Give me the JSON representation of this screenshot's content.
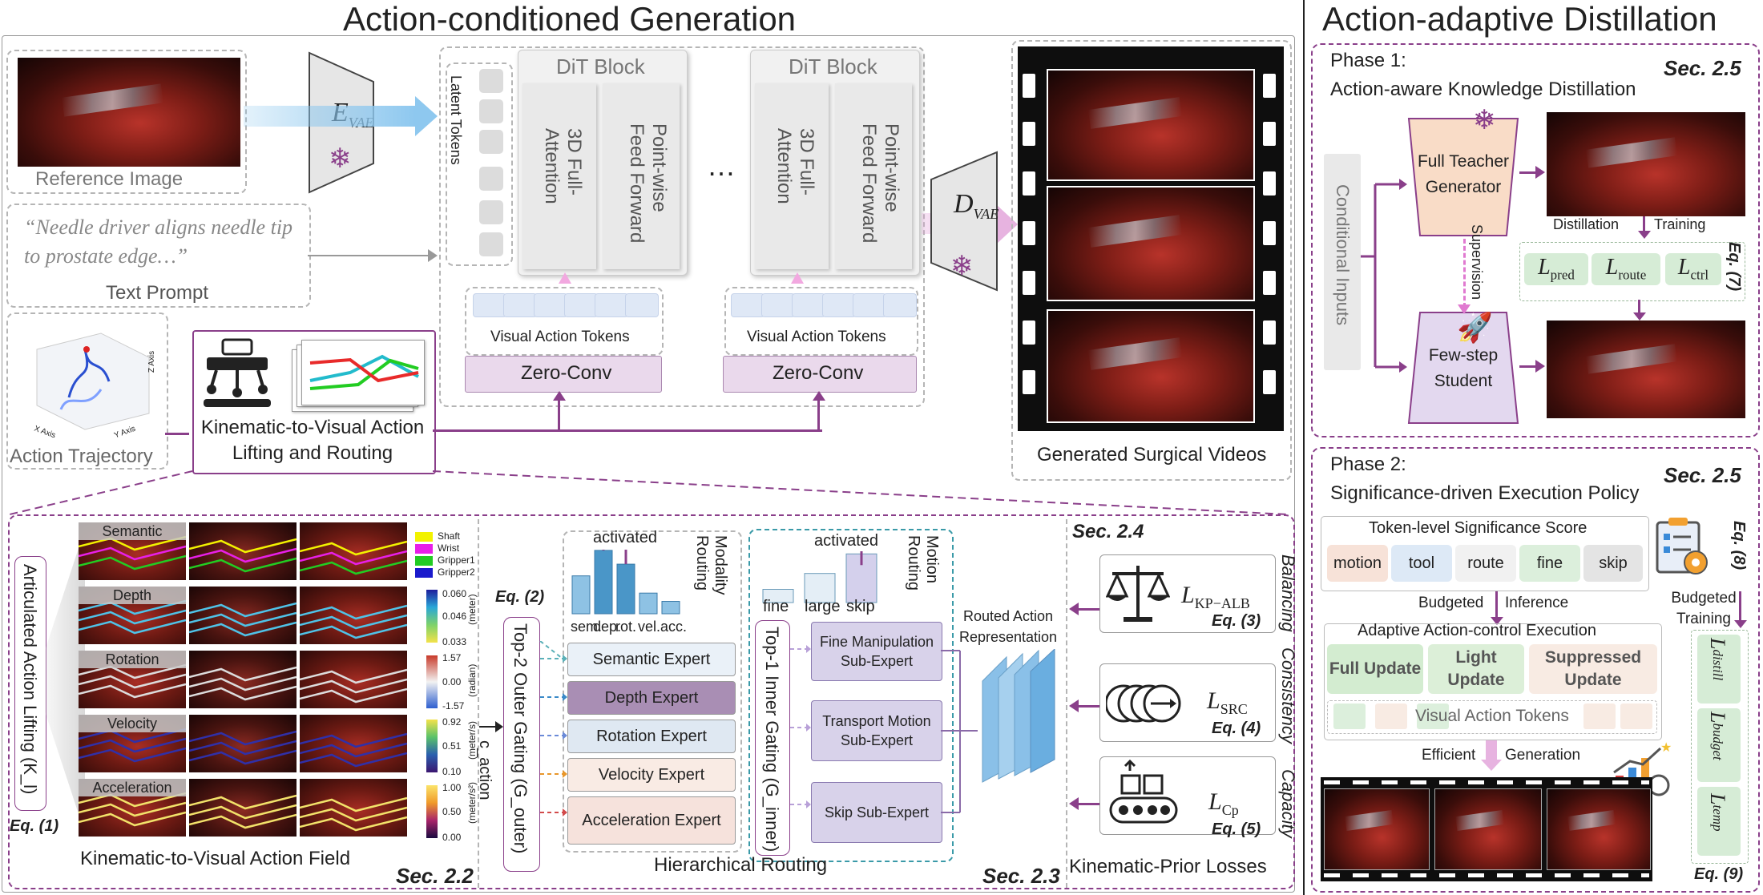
{
  "titles": {
    "left": "Action-conditioned Generation",
    "right": "Action-adaptive Distillation"
  },
  "inputs": {
    "reference_image": "Reference Image",
    "text_prompt_quote": "“Needle driver aligns needle tip to prostate edge…”",
    "text_prompt": "Text Prompt",
    "action_trajectory": "Action Trajectory",
    "axis_x": "X Axis",
    "axis_y": "Y Axis",
    "axis_z": "Z Axis"
  },
  "encoder": {
    "main": "E",
    "sub": "VAE"
  },
  "decoder": {
    "main": "D",
    "sub": "VAE"
  },
  "dit": {
    "block_title": "DiT Block",
    "attention": "3D Full-Attention",
    "ffn": "Point-wise Feed Forward",
    "latent_tokens": "Latent Tokens",
    "ellipsis": "…",
    "visual_action_tokens": "Visual Action Tokens",
    "zero_conv": "Zero-Conv"
  },
  "lifting": {
    "label": "Kinematic-to-Visual Action Lifting and Routing"
  },
  "output": {
    "label": "Generated Surgical Videos"
  },
  "field": {
    "side_label": "Articulated Action Lifting (K_l)",
    "eq": "Eq. (1)",
    "caption": "Kinematic-to-Visual Action Field",
    "sec": "Sec. 2.2",
    "rows": [
      "Semantic",
      "Depth",
      "Rotation",
      "Velocity",
      "Acceleration"
    ],
    "legend": [
      "Shaft",
      "Wrist",
      "Gripper1",
      "Gripper2"
    ],
    "legend_colors": [
      "#f2f200",
      "#e81fe8",
      "#22cc22",
      "#1a1acc"
    ],
    "scales": [
      {
        "top": "0.060",
        "mid": "0.046",
        "bot": "0.033",
        "unit": "(meter)"
      },
      {
        "top": "1.57",
        "mid": "0.00",
        "bot": "-1.57",
        "unit": "(radian)"
      },
      {
        "top": "0.92",
        "mid": "0.51",
        "bot": "0.10",
        "unit": "(meter/s)"
      },
      {
        "top": "1.00",
        "mid": "0.50",
        "bot": "0.00",
        "unit": "(meter/s²)"
      }
    ]
  },
  "routing": {
    "eq2": "Eq. (2)",
    "outer_gate": "Top-2 Outer Gating (G_outer)",
    "c_action": "c_action",
    "activated": "activated",
    "modality_routing": "Modality Routing",
    "modality_bars": {
      "labels": [
        "sem.",
        "dep.",
        "rot.",
        "vel.",
        "acc."
      ],
      "values": [
        0.55,
        0.92,
        0.72,
        0.3,
        0.18
      ],
      "activated": [
        false,
        true,
        true,
        false,
        false
      ]
    },
    "experts": [
      "Semantic Expert",
      "Depth Expert",
      "Rotation Expert",
      "Velocity Expert",
      "Acceleration Expert"
    ],
    "inner_gate": "Top-1 Inner Gating (G_inner)",
    "motion_routing": "Motion Routing",
    "motion_bars": {
      "labels": [
        "fine",
        "large",
        "skip"
      ],
      "values": [
        0.25,
        0.55,
        0.92
      ],
      "activated": [
        false,
        false,
        true
      ]
    },
    "sub_experts": [
      "Fine Manipulation Sub-Expert",
      "Transport Motion Sub-Expert",
      "Skip Sub-Expert"
    ],
    "routed": "Routed Action Representation",
    "caption": "Hierarchical Routing",
    "sec": "Sec. 2.3"
  },
  "losses": {
    "sec": "Sec. 2.4",
    "items": [
      {
        "name": "L",
        "sub": "KP−ALB",
        "eq": "Eq. (3)"
      },
      {
        "name": "L",
        "sub": "SRC",
        "eq": "Eq. (4)"
      },
      {
        "name": "L",
        "sub": "Cp",
        "eq": "Eq. (5)"
      }
    ],
    "side": [
      "Balancing",
      "Consistency",
      "Capacity"
    ],
    "caption": "Kinematic-Prior Losses"
  },
  "phase1": {
    "title": "Phase 1:",
    "subtitle": "Action-aware Knowledge Distillation",
    "sec": "Sec. 2.5",
    "conditional_inputs": "Conditional Inputs",
    "teacher": "Full Teacher Generator",
    "student": "Few-step Student",
    "supervision": "Supervision",
    "distillation": "Distillation",
    "training": "Training",
    "losses": [
      {
        "name": "L",
        "sub": "pred"
      },
      {
        "name": "L",
        "sub": "route"
      },
      {
        "name": "L",
        "sub": "ctrl"
      }
    ],
    "eq": "Eq. (7)"
  },
  "phase2": {
    "title": "Phase 2:",
    "subtitle": "Significance-driven Execution Policy",
    "sec": "Sec. 2.5",
    "score": "Token-level Significance Score",
    "chips": [
      "motion",
      "tool",
      "route",
      "fine",
      "skip"
    ],
    "chip_colors": [
      "#f7e2d8",
      "#dde9f6",
      "#f1f1f1",
      "#dcefdc",
      "#e4e4e4"
    ],
    "eq8": "Eq. (8)",
    "budgeted": "Budgeted",
    "inference": "Inference",
    "budgeted_training": "Budgeted Training",
    "adaptive": "Adaptive Action-control Execution",
    "updates": [
      "Full Update",
      "Light Update",
      "Suppressed Update"
    ],
    "update_colors": [
      "#d3ecd0",
      "#dcefd8",
      "#f8ebe3"
    ],
    "visual_tokens": "Visual Action Tokens",
    "efficient": "Efficient",
    "generation": "Generation",
    "losses": [
      {
        "name": "L",
        "sub": "distill"
      },
      {
        "name": "L",
        "sub": "budget"
      },
      {
        "name": "L",
        "sub": "temp"
      }
    ],
    "eq9": "Eq. (9)"
  }
}
